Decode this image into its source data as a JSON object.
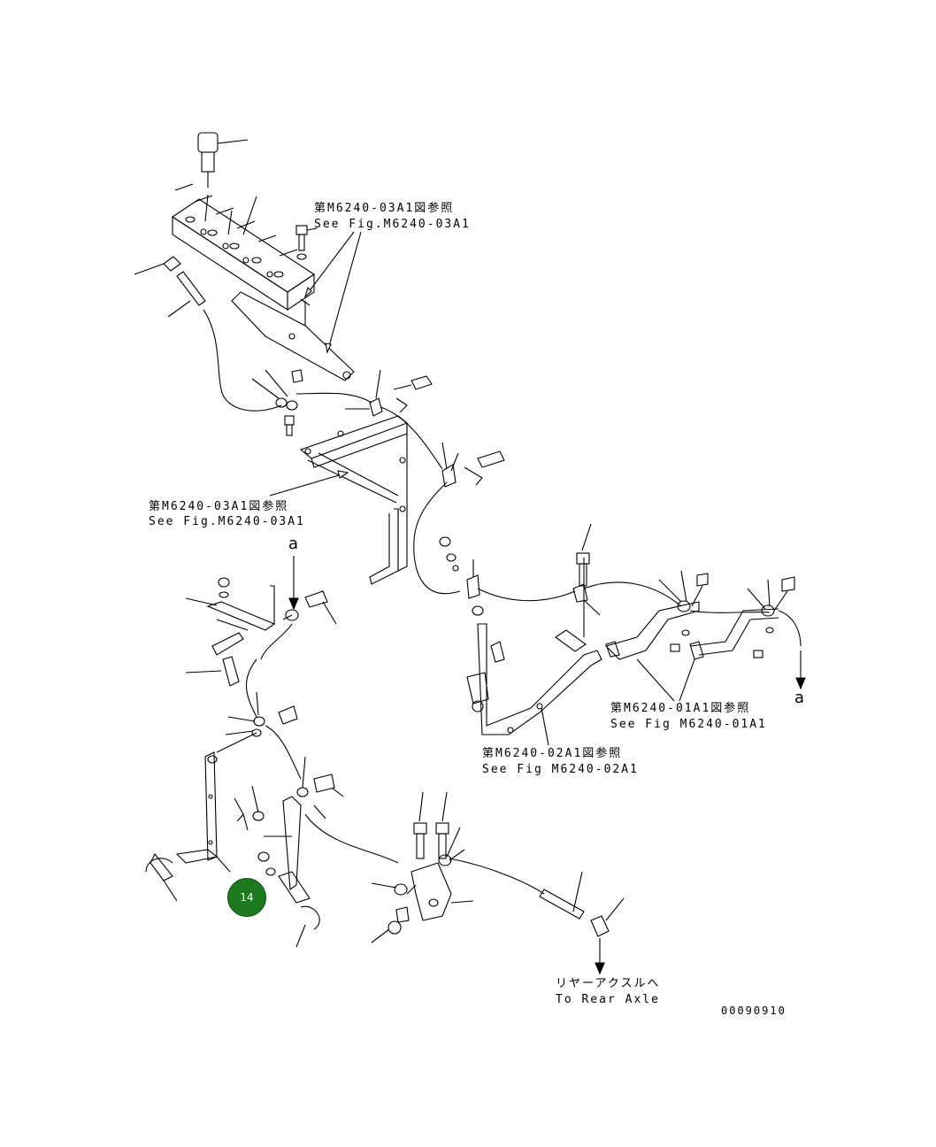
{
  "callouts": {
    "top_ref_jp": "第M6240-03A1図参照",
    "top_ref_en": "See Fig.M6240-03A1",
    "mid_ref_jp": "第M6240-03A1図参照",
    "mid_ref_en": "See Fig.M6240-03A1",
    "right_ref_jp": "第M6240-01A1図参照",
    "right_ref_en": "See Fig M6240-01A1",
    "bottom_ref_jp": "第M6240-02A1図参照",
    "bottom_ref_en": "See Fig M6240-02A1",
    "rear_axle_jp": "リヤーアクスルへ",
    "rear_axle_en": "To Rear Axle"
  },
  "connector_labels": {
    "a_top": "a",
    "a_right": "a"
  },
  "drawing_number": "00090910",
  "hotspot": {
    "label": "14",
    "color": "#1e7a1e"
  }
}
